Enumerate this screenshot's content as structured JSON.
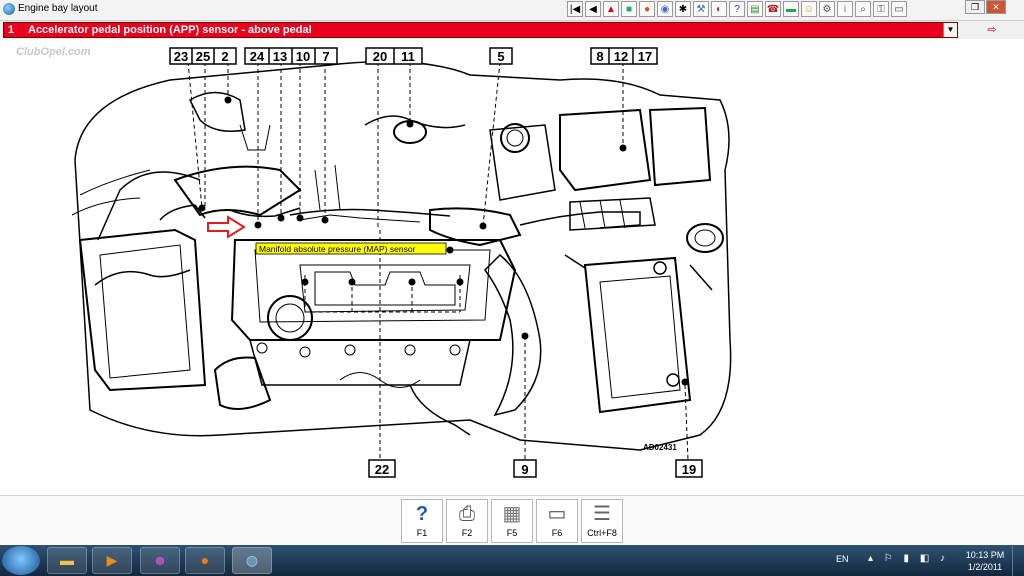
{
  "window": {
    "title": "Engine bay layout"
  },
  "toolbar": {
    "icons": [
      "first-icon",
      "prev-icon",
      "warning-icon",
      "palette-icon",
      "globe-icon",
      "disc-icon",
      "settings-icon",
      "tools-icon",
      "gauge-icon",
      "help-icon",
      "chart-icon",
      "phone-icon",
      "car-icon",
      "smiley-icon",
      "wrench-icon",
      "info-icon",
      "magnifier-icon",
      "key-icon",
      "screen-icon"
    ]
  },
  "selector": {
    "number": "1",
    "text": "Accelerator pedal position (APP) sensor - above pedal",
    "exit_label": "⇨"
  },
  "watermark": "ClubOpel.com",
  "diagram": {
    "top_labels": [
      {
        "group": "g1",
        "items": [
          "23",
          "25",
          "2"
        ]
      },
      {
        "group": "g2",
        "items": [
          "24",
          "13",
          "10",
          "7"
        ]
      },
      {
        "group": "g3",
        "items": [
          "20",
          "11"
        ]
      },
      {
        "group": "g4",
        "items": [
          "5"
        ]
      },
      {
        "group": "g5",
        "items": [
          "8",
          "12",
          "17"
        ]
      }
    ],
    "bottom_labels": [
      "22",
      "9",
      "19"
    ],
    "figure_code": "AD02431",
    "tooltip": "Manifold absolute pressure (MAP) sensor"
  },
  "fkeys": [
    {
      "icon": "help-icon",
      "label": "F1"
    },
    {
      "icon": "printer-icon",
      "label": "F2"
    },
    {
      "icon": "document-icon",
      "label": "F5"
    },
    {
      "icon": "print-preview-icon",
      "label": "F6"
    },
    {
      "icon": "list-icon",
      "label": "Ctrl+F8"
    }
  ],
  "taskbar": {
    "items": [
      "folder-icon",
      "media-icon",
      "messenger-icon",
      "firefox-icon",
      "app-icon"
    ],
    "language": "EN",
    "time": "10:13 PM",
    "date": "1/2/2011"
  },
  "colors": {
    "selector_red": "#e8001e",
    "tooltip_yellow": "#ffff00",
    "arrow_red": "#e02020"
  }
}
